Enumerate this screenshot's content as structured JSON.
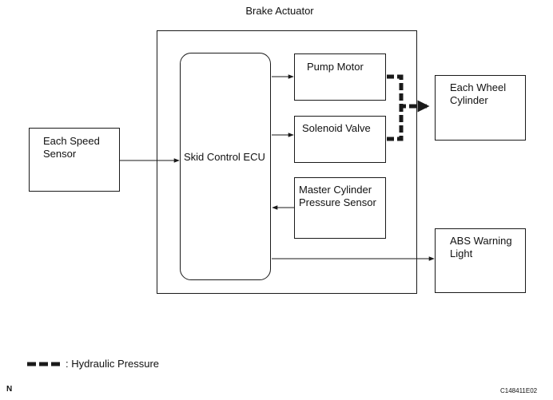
{
  "diagram": {
    "title": "Brake Actuator",
    "nodes": {
      "speed_sensor": "Each Speed\nSensor",
      "ecu": "Skid Control ECU",
      "pump_motor": "Pump Motor",
      "solenoid_valve": "Solenoid Valve",
      "master_cylinder_sensor": "Master Cylinder\nPressure Sensor",
      "wheel_cylinder": "Each Wheel\nCylinder",
      "abs_warning_light": "ABS Warning\nLight"
    },
    "edges": [
      {
        "from": "speed_sensor",
        "to": "ecu",
        "type": "signal"
      },
      {
        "from": "ecu",
        "to": "pump_motor",
        "type": "signal"
      },
      {
        "from": "ecu",
        "to": "solenoid_valve",
        "type": "signal"
      },
      {
        "from": "master_cylinder_sensor",
        "to": "ecu",
        "type": "signal"
      },
      {
        "from": "ecu",
        "to": "abs_warning_light",
        "type": "signal"
      },
      {
        "from": "pump_motor",
        "to": "wheel_cylinder",
        "type": "hydraulic"
      },
      {
        "from": "solenoid_valve",
        "to": "wheel_cylinder",
        "type": "hydraulic"
      }
    ]
  },
  "legend": {
    "hydraulic_label": ": Hydraulic Pressure"
  },
  "footer": {
    "left_mark": "N",
    "figure_code": "C148411E02"
  },
  "colors": {
    "line": "#1a1a1a",
    "background": "#ffffff"
  }
}
